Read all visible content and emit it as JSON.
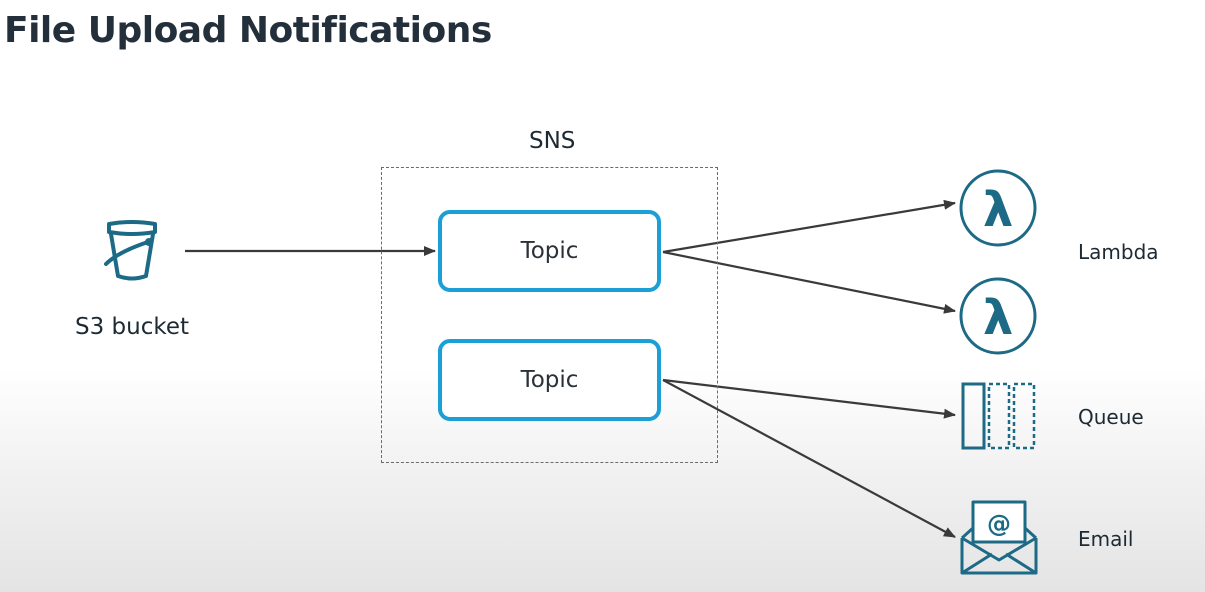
{
  "title": "File Upload Notifications",
  "sns": {
    "label": "SNS"
  },
  "source": {
    "label": "S3 bucket",
    "icon": "bucket-icon"
  },
  "topics": [
    {
      "label": "Topic"
    },
    {
      "label": "Topic"
    }
  ],
  "targets": {
    "lambda_label": "Lambda",
    "queue_label": "Queue",
    "email_label": "Email",
    "lambda_icon_glyph": "λ",
    "email_icon_glyph": "@"
  },
  "colors": {
    "topic_border": "#1a9fd6",
    "icon_teal": "#1d6a86",
    "arrow": "#3a3a3a"
  }
}
